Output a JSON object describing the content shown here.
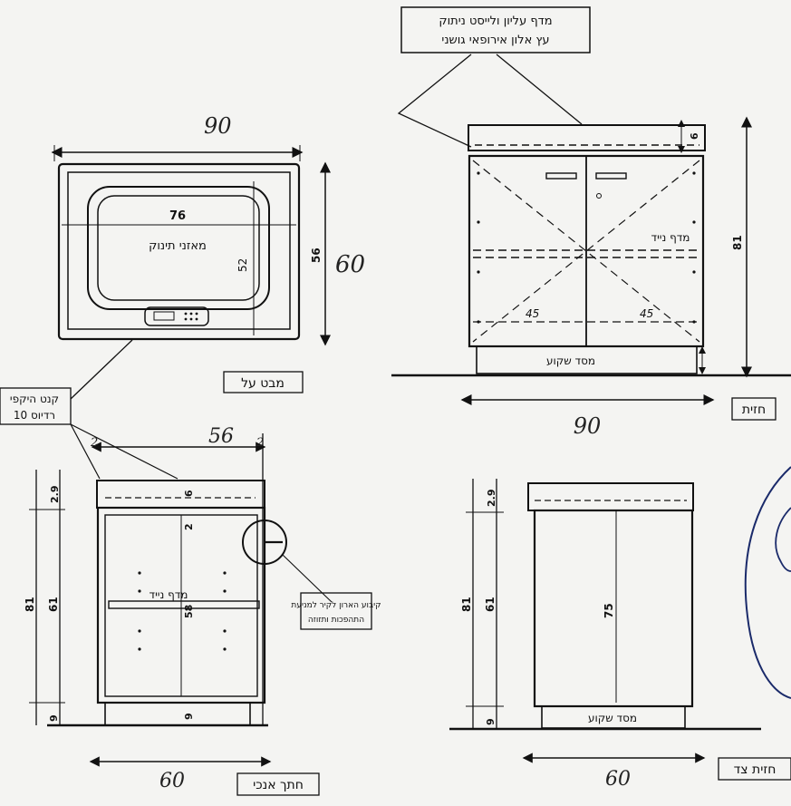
{
  "labels": {
    "top_shelf_callout_line1": "מדף עליון ולייסט ניתוק",
    "top_shelf_callout_line2": "עץ אלון אירופאי גושני",
    "top_view_title": "מבט על",
    "front_view_title": "חזית",
    "section_title": "חתך אנכי",
    "side_view_title": "חזית צד",
    "edge_callout_line1": "קנט היקפי",
    "edge_callout_line2": "רדיוס 10",
    "baby_scale": "מאזני תינוק",
    "movable_shelf_front": "מדף נייד",
    "movable_shelf_section": "מדף נייד",
    "recessed_base_front": "מסד שקוע",
    "recessed_base_side": "מסד שקוע",
    "wall_fix_line1": "קיבוע הארון לקיר למניעת",
    "wall_fix_line2": "התהפכות ותזוזה"
  },
  "dimensions": {
    "top_width_hand": "90",
    "top_depth_hand": "60",
    "scale_width": "76",
    "scale_depth": "52",
    "top_depth_printed": "56",
    "front_width_hand": "90",
    "front_height": "81",
    "front_shelf_thickness": "6",
    "door_angle_left": "45",
    "door_angle_right": "45",
    "section_top_width": "56",
    "section_left_2": "2",
    "section_right_2": "2",
    "section_2_9": "2.9",
    "section_81": "81",
    "section_61": "61",
    "section_9_left": "9",
    "section_6": "6",
    "section_2_inner": "2",
    "section_58": "58",
    "section_9_inner": "9",
    "section_width_hand": "60",
    "side_2_9": "2.9",
    "side_81": "81",
    "side_61": "61",
    "side_9": "9",
    "side_75": "75",
    "side_width_hand": "60"
  }
}
